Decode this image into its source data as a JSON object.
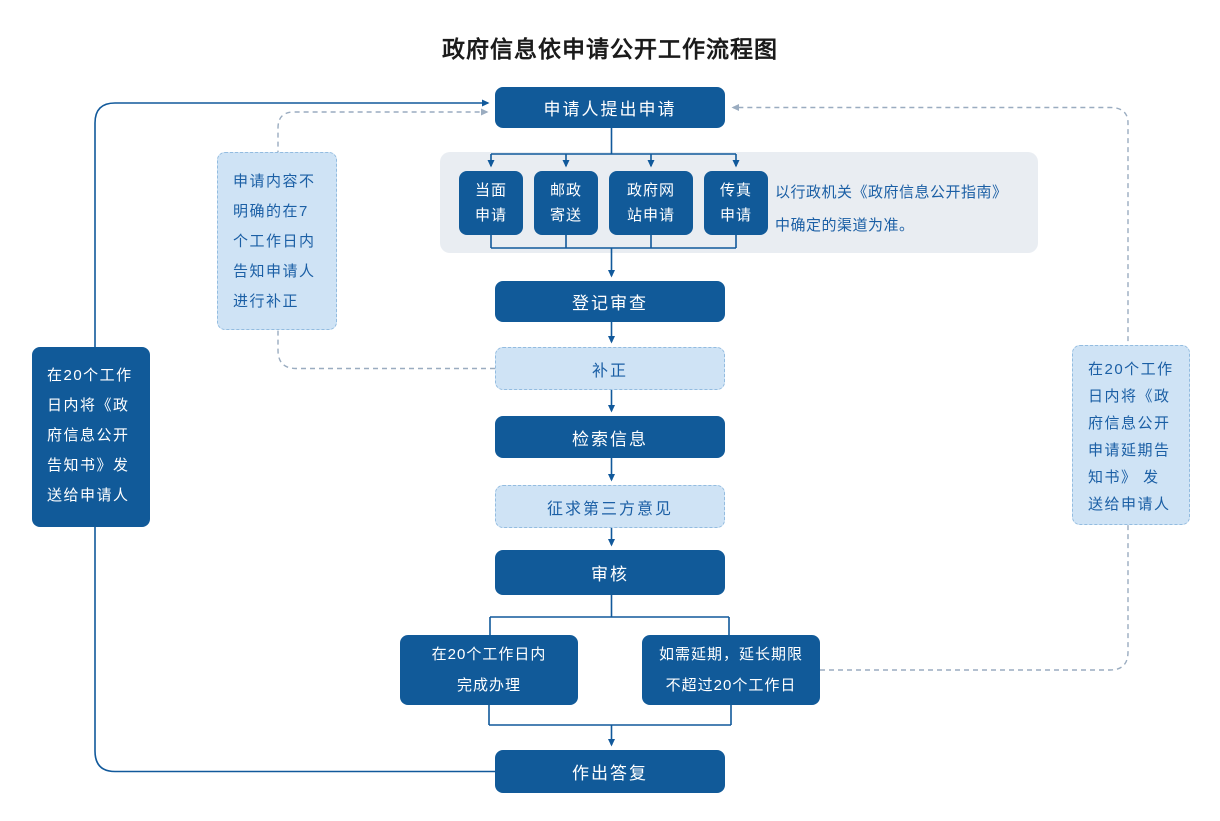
{
  "title": "政府信息依申请公开工作流程图",
  "flow": {
    "apply": "申请人提出申请",
    "channels": [
      {
        "line1": "当面",
        "line2": "申请"
      },
      {
        "line1": "邮政",
        "line2": "寄送"
      },
      {
        "line1": "政府网",
        "line2": "站申请"
      },
      {
        "line1": "传真",
        "line2": "申请"
      }
    ],
    "channel_note": "以行政机关《政府信息公开指南》中确定的渠道为准。",
    "register": "登记审查",
    "correction": "补正",
    "search": "检索信息",
    "third_party": "征求第三方意见",
    "review": "审核",
    "branch_left": {
      "line1": "在20个工作日内",
      "line2": "完成办理"
    },
    "branch_right": {
      "line1": "如需延期，延长期限",
      "line2": "不超过20个工作日"
    },
    "reply": "作出答复"
  },
  "annotations": {
    "left_notice": "在20个工作日内将《政府信息公开告知书》发送给申请人",
    "correction_note": "申请内容不明确的在7个工作日内告知申请人进行补正",
    "delay_notice": "在20个工作日内将《政府信息公开申请延期告知书》 发送给申请人"
  },
  "colors": {
    "dark_blue": "#115A99",
    "light_blue_fill": "#CFE3F5",
    "light_blue_border": "#93BCE0",
    "panel_bg": "#E9EDF2",
    "note_text": "#1B5FA5",
    "dashed_line": "#9AACC0",
    "solid_line": "#11599B",
    "title_color": "#1B1B1B"
  }
}
